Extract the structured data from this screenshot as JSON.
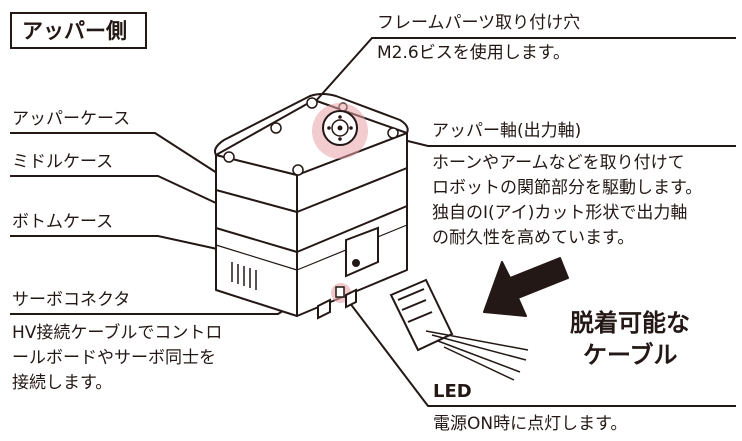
{
  "title": "アッパー側",
  "labels": {
    "frame_hole_line1": "フレームパーツ取り付け穴",
    "frame_hole_line2": "M2.6ビスを使用します。",
    "upper_case": "アッパーケース",
    "middle_case": "ミドルケース",
    "bottom_case": "ボトムケース",
    "upper_shaft": "アッパー軸(出力軸)",
    "upper_shaft_desc": "ホーンやアームなどを取り付けて\nロボットの関節部分を駆動します。\n独自のI(アイ)カット形状で出力軸\nの耐久性を高めています。",
    "servo_connector": "サーボコネクタ",
    "servo_connector_desc": "HV接続ケーブルでコントロ\nールボードやサーボ同士を\n接続します。",
    "led": "LED",
    "led_desc": "電源ON時に点灯します。",
    "cable_line1": "脱着可能な",
    "cable_line2": "ケーブル"
  },
  "colors": {
    "ink": "#231815",
    "highlight": "#e8a3a8",
    "cable_text": "#231815"
  },
  "icons": {
    "arrow": "arrow-left-icon",
    "connector": "cable-connector-icon",
    "servo": "servo-motor-illustration"
  }
}
